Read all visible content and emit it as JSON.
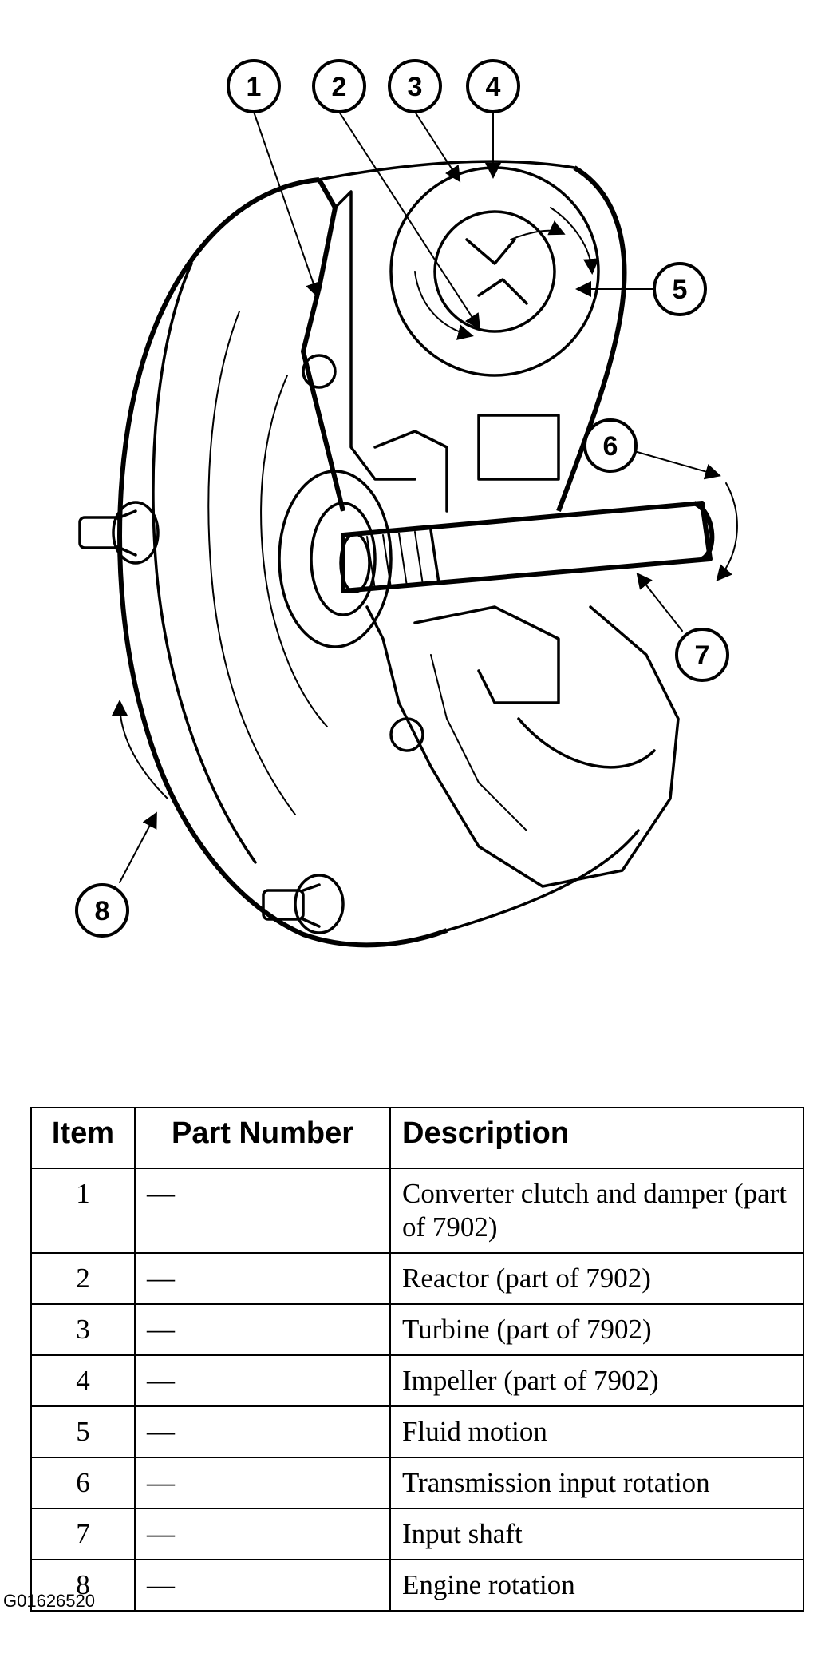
{
  "callouts": [
    "1",
    "2",
    "3",
    "4",
    "5",
    "6",
    "7",
    "8"
  ],
  "table": {
    "headers": {
      "item": "Item",
      "part_number": "Part Number",
      "description": "Description"
    },
    "rows": [
      {
        "item": "1",
        "part_number": "—",
        "description": "Converter clutch and damper (part of 7902)"
      },
      {
        "item": "2",
        "part_number": "—",
        "description": "Reactor (part of 7902)"
      },
      {
        "item": "3",
        "part_number": "—",
        "description": "Turbine (part of 7902)"
      },
      {
        "item": "4",
        "part_number": "—",
        "description": "Impeller (part of 7902)"
      },
      {
        "item": "5",
        "part_number": "—",
        "description": "Fluid motion"
      },
      {
        "item": "6",
        "part_number": "—",
        "description": "Transmission input rotation"
      },
      {
        "item": "7",
        "part_number": "—",
        "description": "Input shaft"
      },
      {
        "item": "8",
        "part_number": "—",
        "description": "Engine rotation"
      }
    ]
  },
  "figure_code": "G01626520"
}
